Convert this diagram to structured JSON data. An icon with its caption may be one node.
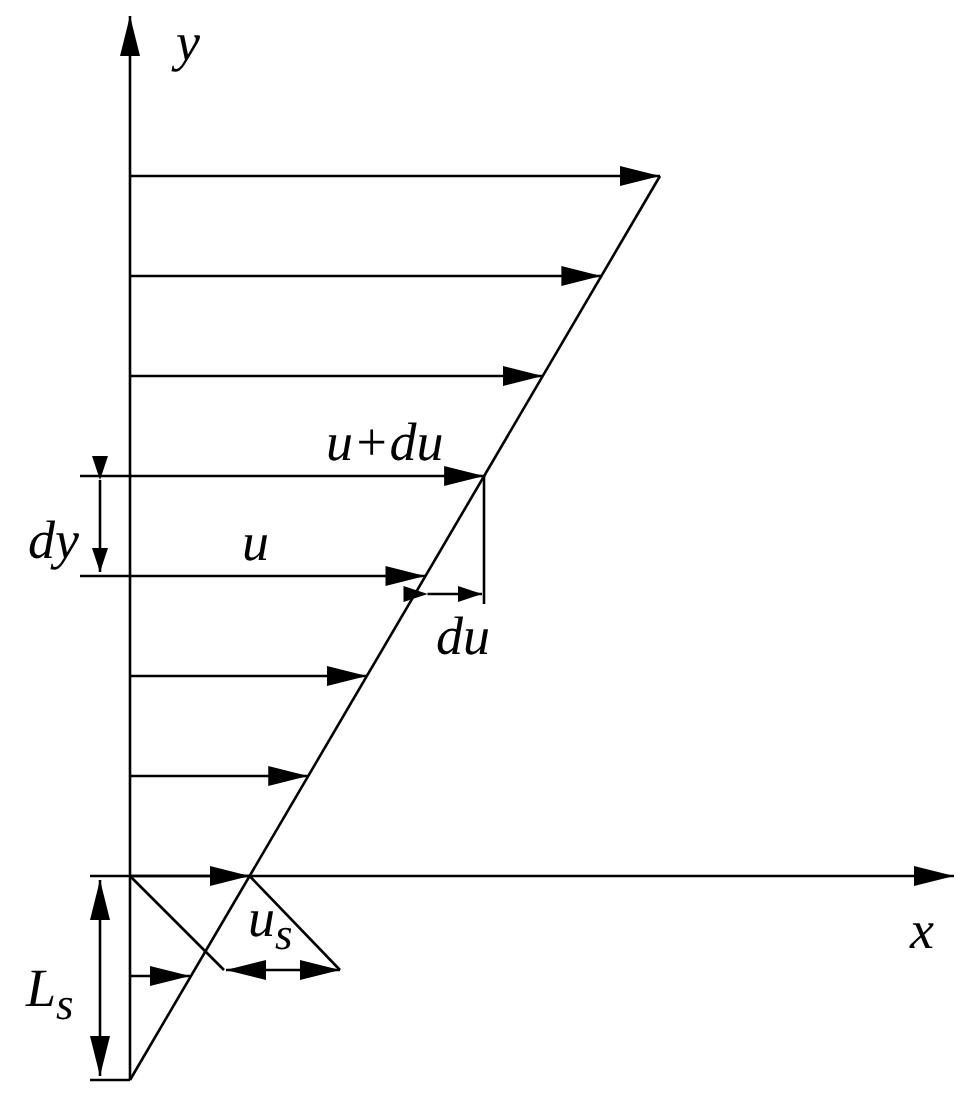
{
  "diagram": {
    "labels": [
      "y",
      "u+du",
      "dy",
      "u",
      "du",
      "x",
      "u$_{s}$",
      "L$_{s}$"
    ]
  }
}
